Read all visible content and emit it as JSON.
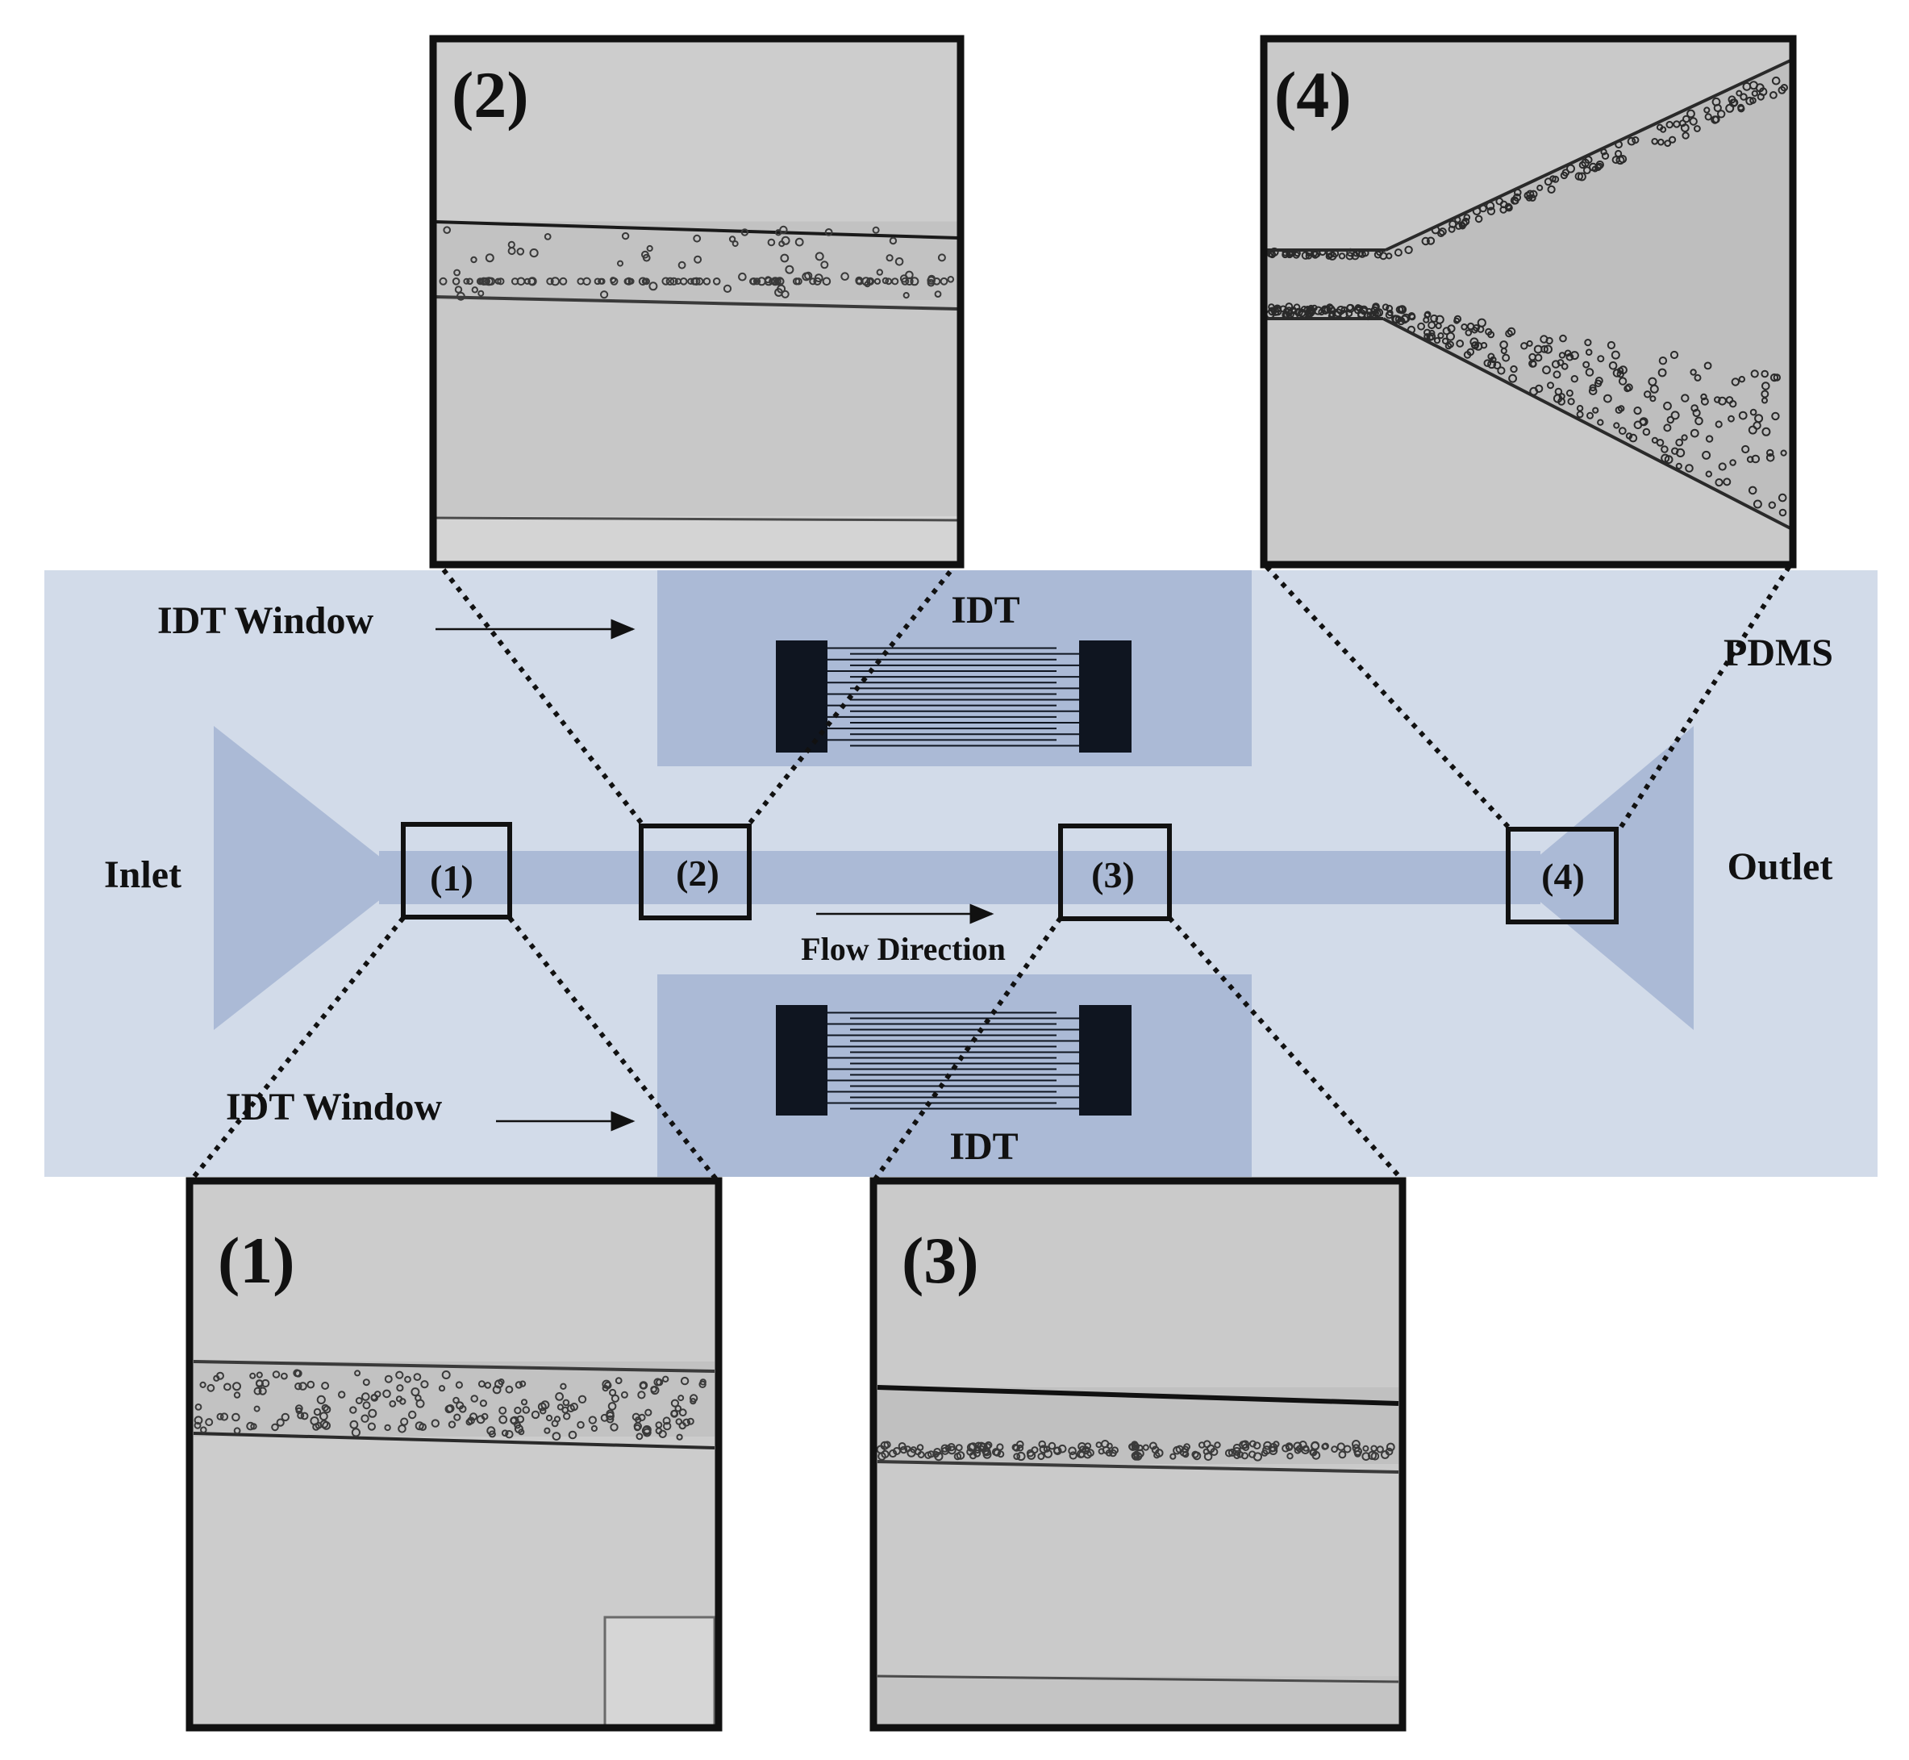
{
  "colors": {
    "pdms": "#d2dbe9",
    "window": "#abbad6",
    "electrode": "#0f1520",
    "frame": "#111111",
    "micrograph_bg": "#c9c9c9",
    "cell": "#3a3a3a"
  },
  "labels": {
    "pdms": "PDMS",
    "inlet": "Inlet",
    "outlet": "Outlet",
    "flow_direction": "Flow Direction",
    "idt_window_top": "IDT Window",
    "idt_window_bottom": "IDT Window",
    "idt_top": "IDT",
    "idt_bottom": "IDT"
  },
  "regions": [
    {
      "id": "1",
      "label": "(1)",
      "caption": "(1)"
    },
    {
      "id": "2",
      "label": "(2)",
      "caption": "(2)"
    },
    {
      "id": "3",
      "label": "(3)",
      "caption": "(3)"
    },
    {
      "id": "4",
      "label": "(4)",
      "caption": "(4)"
    }
  ]
}
